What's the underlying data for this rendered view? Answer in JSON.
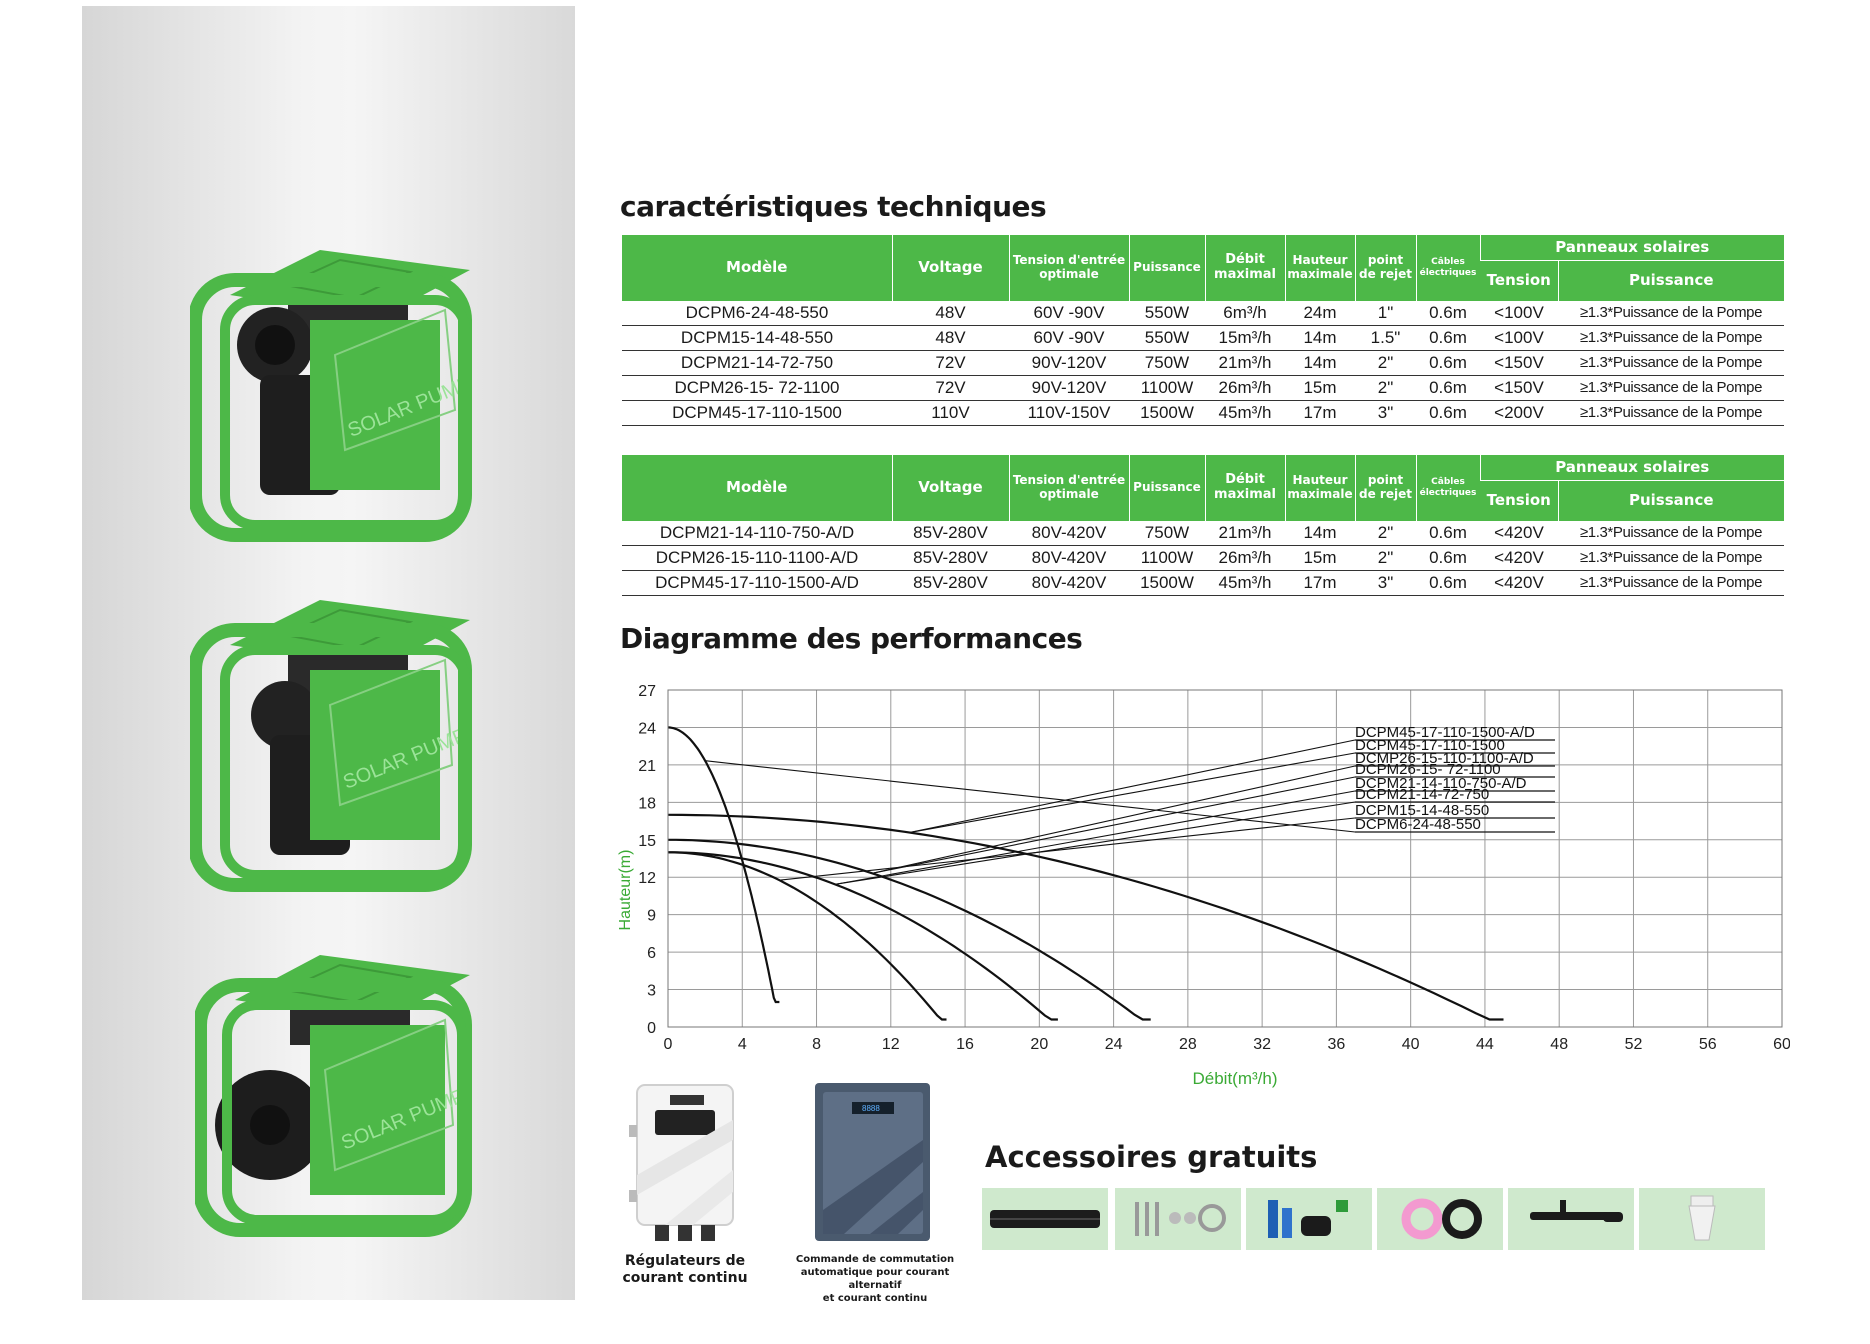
{
  "images": {
    "pump_label": "SOLAR PUMP",
    "colors": {
      "frame_green": "#4db848",
      "table_header_green": "#4db848",
      "axis_label_green": "#3aaa35"
    }
  },
  "spec_title": "caractéristiques techniques",
  "table_headers": {
    "model": "Modèle",
    "voltage": "Voltage",
    "tension_optimale_1": "Tension d'entrée",
    "tension_optimale_2": "optimale",
    "puissance": "Puissance",
    "debit_1": "Débit",
    "debit_2": "maximal",
    "hauteur_1": "Hauteur",
    "hauteur_2": "maximale",
    "point_1": "point",
    "point_2": "de rejet",
    "cables_1": "Câbles",
    "cables_2": "électriques",
    "panneaux": "Panneaux solaires",
    "p_tension": "Tension",
    "p_puissance": "Puissance"
  },
  "table1_rows": [
    [
      "DCPM6-24-48-550",
      "48V",
      "60V -90V",
      "550W",
      "6m³/h",
      "24m",
      "1\"",
      "0.6m",
      "<100V",
      "≥1.3*Puissance de la Pompe"
    ],
    [
      "DCPM15-14-48-550",
      "48V",
      "60V -90V",
      "550W",
      "15m³/h",
      "14m",
      "1.5\"",
      "0.6m",
      "<100V",
      "≥1.3*Puissance de la Pompe"
    ],
    [
      "DCPM21-14-72-750",
      "72V",
      "90V-120V",
      "750W",
      "21m³/h",
      "14m",
      "2\"",
      "0.6m",
      "<150V",
      "≥1.3*Puissance de la Pompe"
    ],
    [
      "DCPM26-15- 72-1100",
      "72V",
      "90V-120V",
      "1100W",
      "26m³/h",
      "15m",
      "2\"",
      "0.6m",
      "<150V",
      "≥1.3*Puissance de la Pompe"
    ],
    [
      "DCPM45-17-110-1500",
      "110V",
      "110V-150V",
      "1500W",
      "45m³/h",
      "17m",
      "3\"",
      "0.6m",
      "<200V",
      "≥1.3*Puissance de la Pompe"
    ]
  ],
  "table2_rows": [
    [
      "DCPM21-14-110-750-A/D",
      "85V-280V",
      "80V-420V",
      "750W",
      "21m³/h",
      "14m",
      "2\"",
      "0.6m",
      "<420V",
      "≥1.3*Puissance de la Pompe"
    ],
    [
      "DCPM26-15-110-1100-A/D",
      "85V-280V",
      "80V-420V",
      "1100W",
      "26m³/h",
      "15m",
      "2\"",
      "0.6m",
      "<420V",
      "≥1.3*Puissance de la Pompe"
    ],
    [
      "DCPM45-17-110-1500-A/D",
      "85V-280V",
      "80V-420V",
      "1500W",
      "45m³/h",
      "17m",
      "3\"",
      "0.6m",
      "<420V",
      "≥1.3*Puissance de la Pompe"
    ]
  ],
  "chart_title": "Diagramme des performances",
  "chart_data": {
    "type": "line",
    "xlabel": "Débit(m³/h)",
    "ylabel": "Hauteur(m)",
    "xlim": [
      0,
      60
    ],
    "ylim": [
      0,
      27
    ],
    "xticks": [
      0,
      4,
      8,
      12,
      16,
      20,
      24,
      28,
      32,
      36,
      40,
      44,
      48,
      52,
      56,
      60
    ],
    "yticks": [
      0,
      3,
      6,
      9,
      12,
      15,
      18,
      21,
      24,
      27
    ],
    "grid": true,
    "series": [
      {
        "name": "DCPM6-24-48-550",
        "x": [
          0,
          6
        ],
        "y": [
          24,
          2
        ]
      },
      {
        "name": "DCPM15-14-48-550",
        "x": [
          0,
          15
        ],
        "y": [
          14,
          0.6
        ]
      },
      {
        "name": "DCPM21-14-72-750",
        "x": [
          0,
          21
        ],
        "y": [
          14,
          0.6
        ]
      },
      {
        "name": "DCPM26-15- 72-1100",
        "x": [
          0,
          26
        ],
        "y": [
          15,
          0.6
        ]
      },
      {
        "name": "DCPM45-17-110-1500",
        "x": [
          0,
          45
        ],
        "y": [
          17,
          0.6
        ]
      }
    ],
    "legend_labels": [
      "DCPM45-17-110-1500-A/D",
      "DCPM45-17-110-1500",
      "DCMP26-15-110-1100-A/D",
      "DCPM26-15- 72-1100",
      "DCPM21-14-110-750-A/D",
      "DCPM21-14-72-750",
      "DCPM15-14-48-550",
      "DCPM6-24-48-550"
    ]
  },
  "controllers": {
    "dc_caption_1": "Régulateurs de",
    "dc_caption_2": "courant continu",
    "acdc_caption_1": "Commande de commutation",
    "acdc_caption_2": "automatique pour courant alternatif",
    "acdc_caption_3": "et courant continu",
    "display_text": "8888"
  },
  "accessories_title": "Accessoires gratuits"
}
